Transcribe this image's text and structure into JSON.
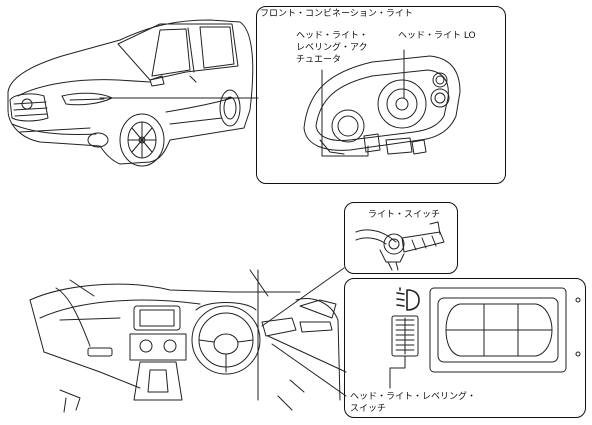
{
  "diagram": {
    "front_panel": {
      "title": "フロント・コンビネーション・ライト",
      "actuator_label": "ヘッド・ライト・\nレベリング・アク\nチュエータ",
      "lo_label": "ヘッド・ライト LO"
    },
    "light_switch_panel": {
      "title": "ライト・スイッチ"
    },
    "leveling_panel": {
      "label": "ヘッド・ライト・レベリング・\nスイッチ",
      "icon": "headlight-leveling-icon"
    }
  }
}
